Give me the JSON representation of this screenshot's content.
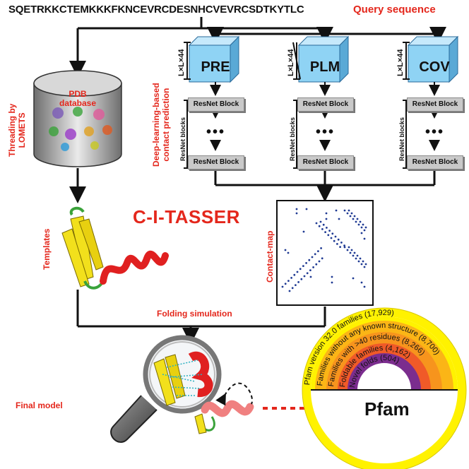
{
  "query": {
    "sequence": "SQETRKKCTEMKKKFKNCEVRCDESNHCVEVRCSDTKYTLC",
    "label": "Query sequence"
  },
  "threading": {
    "label_line1": "Threading by",
    "label_line2": "LOMETS",
    "db_line1": "PDB",
    "db_line2": "database"
  },
  "dl": {
    "label_line1": "Deep-learning-based",
    "label_line2": "contact prediction",
    "dim_label": "L×L×44",
    "blocks_label": "ResNet blocks",
    "block_label": "ResNet Block",
    "ellipsis": "•••"
  },
  "features": [
    {
      "name": "PRE"
    },
    {
      "name": "PLM"
    },
    {
      "name": "COV"
    }
  ],
  "center_title": "C-I-TASSER",
  "templates_label": "Templates",
  "contact_map_label": "Contact-map",
  "folding_label": "Folding simulation",
  "final_label": "Final model",
  "pfam": {
    "title": "Pfam",
    "rings": [
      {
        "text": "Pfam version 32.0 families (17,929)",
        "color": "#fff200"
      },
      {
        "text": "Families without any known structure (8,700)",
        "color": "#fbb516"
      },
      {
        "text": "Families with >40 residues (8,266)",
        "color": "#f7941d"
      },
      {
        "text": "Foldable families (4,162)",
        "color": "#f05a28"
      },
      {
        "text": "Novel folds (504)",
        "color": "#7b2d8e"
      }
    ]
  },
  "colors": {
    "label_red": "#e4271c",
    "cube_face": "#8fd3f4",
    "cube_top": "#c6e9fb",
    "cube_side": "#5aa9d6",
    "map_dot": "#1f3a93",
    "helix": "#e02020",
    "strand": "#f2e01c",
    "loop": "#3aa23a"
  }
}
